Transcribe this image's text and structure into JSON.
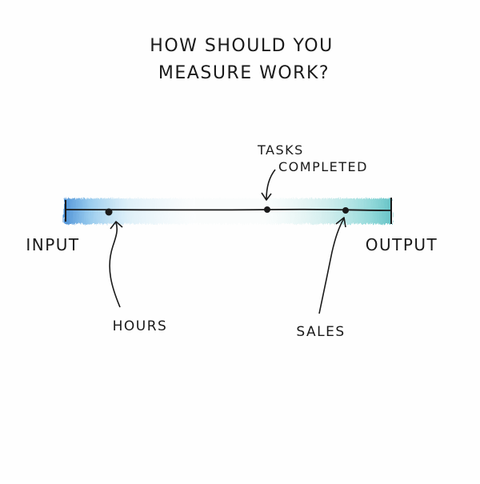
{
  "title": {
    "line1": "HOW SHOULD YOU",
    "line2": "MEASURE WORK?"
  },
  "axis": {
    "left_label": "INPUT",
    "right_label": "OUTPUT"
  },
  "markers": {
    "hours": "HOURS",
    "tasks_line1": "TASKS",
    "tasks_line2": "COMPLETED",
    "sales": "SALES"
  },
  "colors": {
    "ink": "#1a1a1a",
    "input_wash": "#3b8fd4",
    "output_wash": "#5cc6c8"
  }
}
